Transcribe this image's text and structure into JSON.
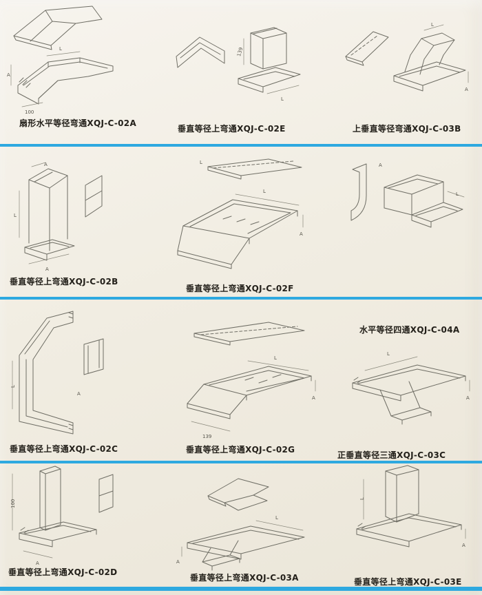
{
  "page": {
    "colors": {
      "paper": "#f1ede2",
      "divider": "#2ea9e0",
      "line": "#6e6d64",
      "label": "#23201a"
    }
  },
  "cells": {
    "c02a": {
      "label": "扇形水平等径弯通XQJ-C-02A",
      "dims": [
        "L",
        "A",
        "100"
      ]
    },
    "c02e": {
      "label": "垂直等径上弯通XQJ-C-02E",
      "dims": [
        "139",
        "L"
      ]
    },
    "c03b": {
      "label": "上垂直等径弯通XQJ-C-03B",
      "dims": [
        "L",
        "A"
      ]
    },
    "c02b": {
      "label": "垂直等径上弯通XQJ-C-02B",
      "dims": [
        "A",
        "L",
        "A"
      ]
    },
    "c02f": {
      "label": "垂直等径上弯通XQJ-C-02F",
      "dims": [
        "L",
        "L",
        "A"
      ]
    },
    "c04a_fig": {
      "dims": [
        "A",
        "L"
      ]
    },
    "c02c": {
      "label": "垂直等径上弯通XQJ-C-02C",
      "dims": [
        "L",
        "A"
      ]
    },
    "c02g": {
      "label": "垂直等径上弯通XQJ-C-02G",
      "dims": [
        "L",
        "A",
        "139"
      ]
    },
    "c03c": {
      "top_label": "水平等径四通XQJ-C-04A",
      "label": "正垂直等径三通XQJ-C-03C",
      "dims": [
        "L",
        "A"
      ]
    },
    "c02d": {
      "label": "垂直等径上弯通XQJ-C-02D",
      "dims": [
        "100",
        "A"
      ]
    },
    "c03a": {
      "label": "垂直等径上弯通XQJ-C-03A",
      "dims": [
        "L",
        "A"
      ]
    },
    "c03e": {
      "label": "垂直等径上弯通XQJ-C-03E",
      "dims": [
        "L",
        "A"
      ]
    }
  }
}
